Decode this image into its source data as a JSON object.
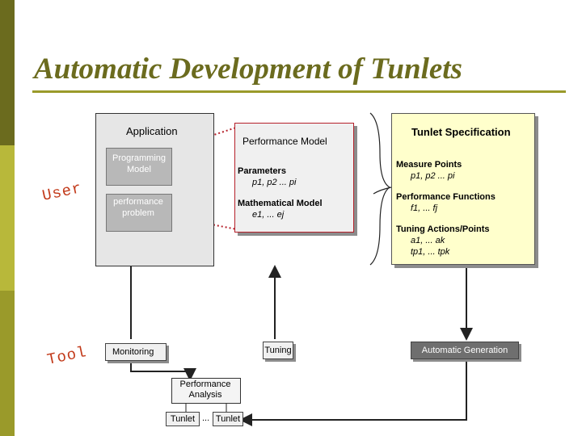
{
  "title": "Automatic Development of Tunlets",
  "side_labels": {
    "user": "User",
    "tool": "Tool"
  },
  "application": {
    "title": "Application",
    "programming_model": "Programming Model",
    "performance_problem": "performance problem"
  },
  "performance_model": {
    "title": "Performance Model",
    "parameters_label": "Parameters",
    "parameters_vars": "p1, p2 ... pi",
    "math_label": "Mathematical Model",
    "math_vars": "e1, ... ej"
  },
  "tunlet_spec": {
    "title": "Tunlet Specification",
    "measure_label": "Measure Points",
    "measure_vars": "p1, p2 ... pi",
    "functions_label": "Performance Functions",
    "functions_vars": "f1, ... fj",
    "tuning_label": "Tuning Actions/Points",
    "tuning_vars_1": "a1, ... ak",
    "tuning_vars_2": "tp1, ... tpk"
  },
  "tool_row": {
    "monitoring": "Monitoring",
    "tuning": "Tuning",
    "automatic_generation": "Automatic Generation",
    "performance_analysis": "Performance Analysis",
    "tunlet_left": "Tunlet",
    "tunlet_ellipsis": "...",
    "tunlet_right": "Tunlet"
  },
  "colors": {
    "sidebar_dark": "#6b6b1e",
    "sidebar_light": "#b8b83a",
    "title": "#6b6b1e",
    "accent_red": "#c23a1a",
    "spec_fill": "#ffffcc",
    "lightning": "#d41a1a"
  }
}
